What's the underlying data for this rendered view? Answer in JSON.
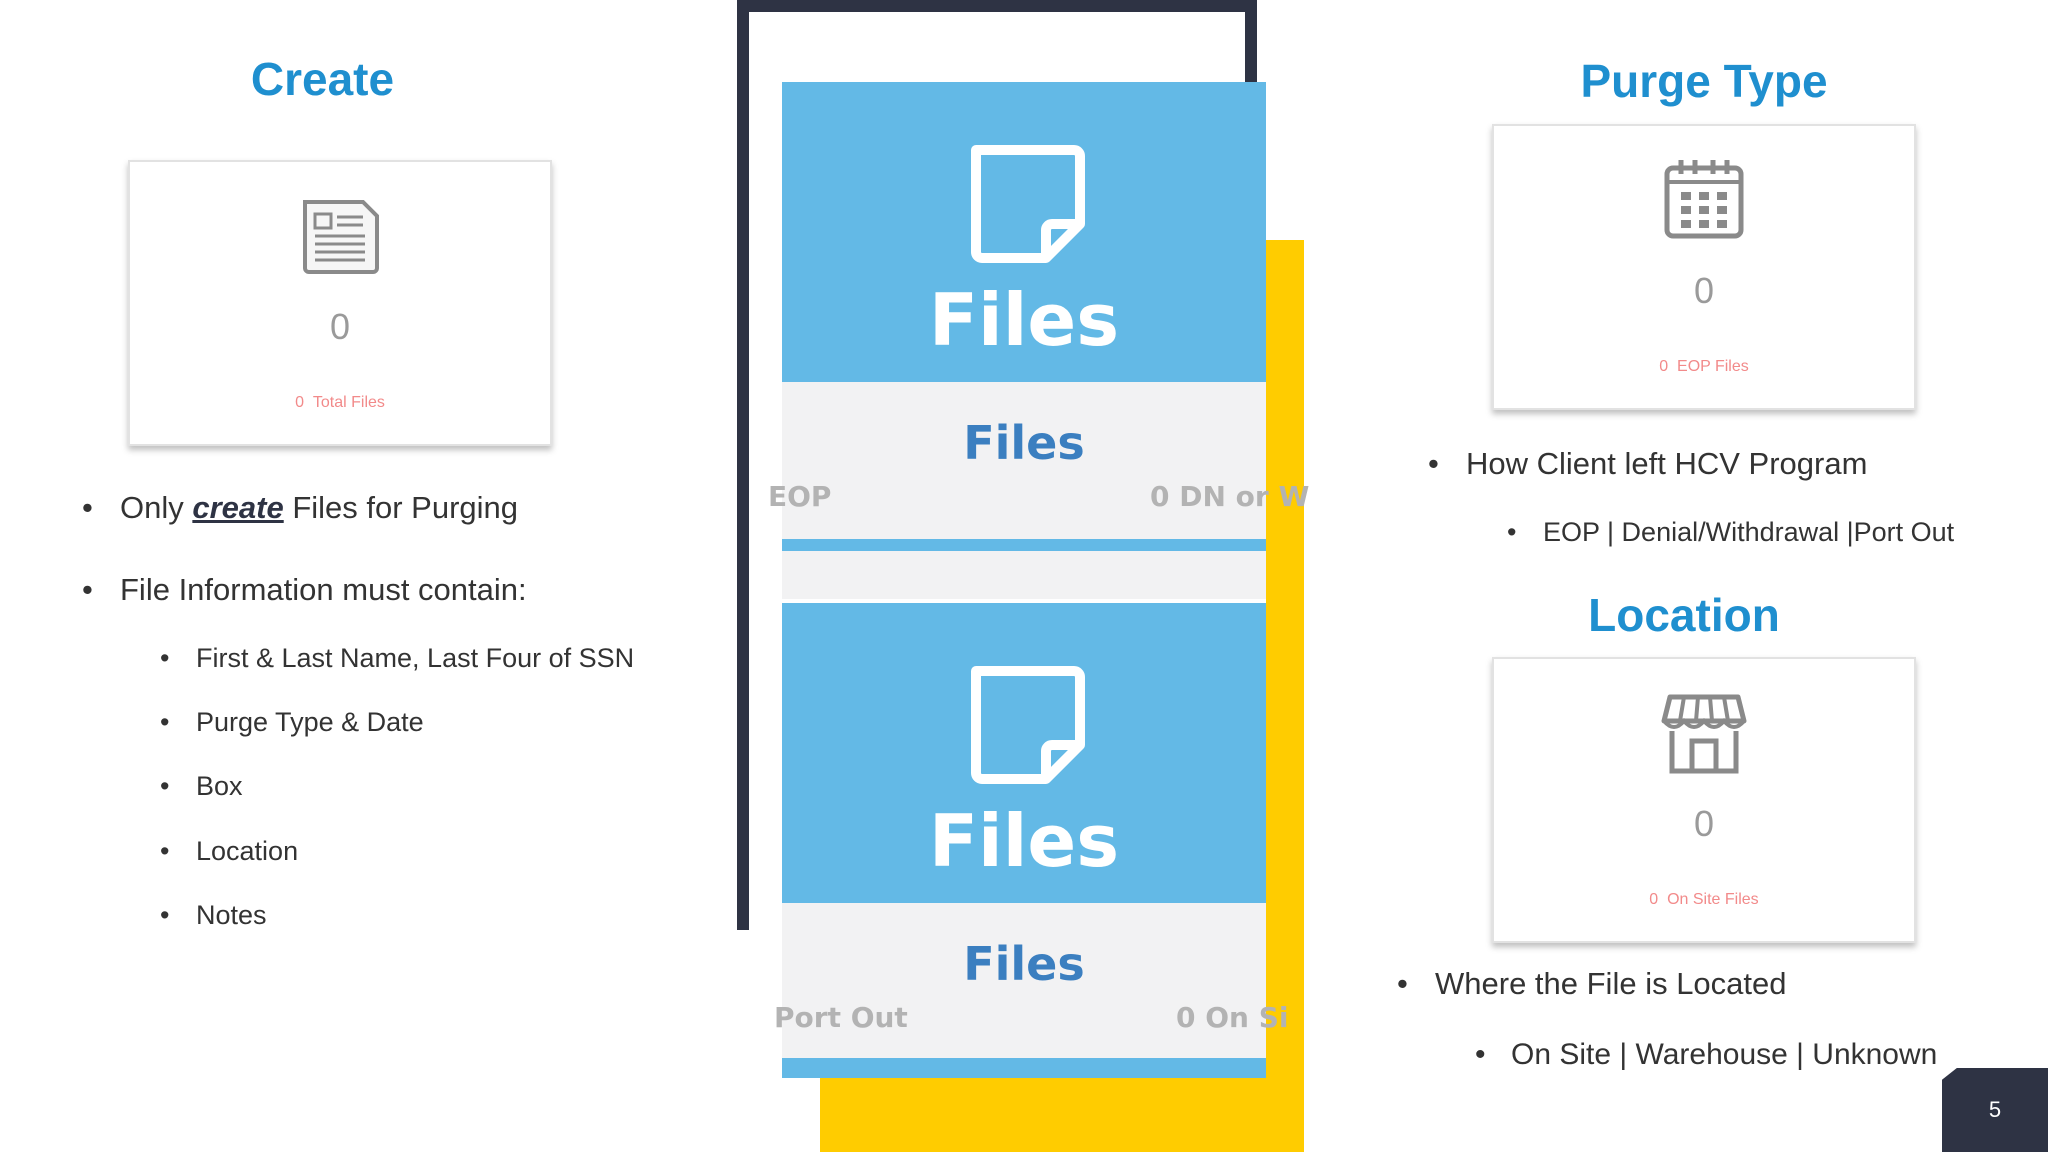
{
  "left": {
    "heading": "Create",
    "card": {
      "count": "0",
      "sub_count": "0",
      "sub_label": "Total Files",
      "icon": "document-icon"
    },
    "bullets": [
      {
        "prefix": "Only ",
        "emphasis": "create",
        "suffix": " Files for Purging"
      },
      {
        "text": "File Information must contain:"
      }
    ],
    "sub_bullets": [
      "First & Last Name, Last Four of SSN",
      "Purge Type & Date",
      "Box",
      "Location",
      "Notes"
    ]
  },
  "middle": {
    "top_big_label": "Files",
    "top_mid_label": "Files",
    "top_left_faint": "EOP",
    "top_right_faint": "0 DN or W",
    "bottom_big_label": "Files",
    "bottom_mid_label": "Files",
    "bottom_left_faint": "Port Out",
    "bottom_right_faint": "0 On Si",
    "icon": "note-icon"
  },
  "right": {
    "purge_heading": "Purge Type",
    "purge_card": {
      "count": "0",
      "sub_count": "0",
      "sub_label": "EOP Files",
      "icon": "calendar-icon"
    },
    "purge_bullet": "How Client left HCV Program",
    "purge_sub_bullet": "EOP | Denial/Withdrawal |Port Out",
    "location_heading": "Location",
    "location_card": {
      "count": "0",
      "sub_count": "0",
      "sub_label": "On Site Files",
      "icon": "store-icon"
    },
    "location_bullet": "Where the File is Located",
    "location_sub_bullet": "On Site | Warehouse | Unknown"
  },
  "slide_number": "5",
  "colors": {
    "heading": "#1f8fcf",
    "frame": "#2e3344",
    "accent_yellow": "#ffcc00",
    "panel_blue": "#63b9e6"
  }
}
